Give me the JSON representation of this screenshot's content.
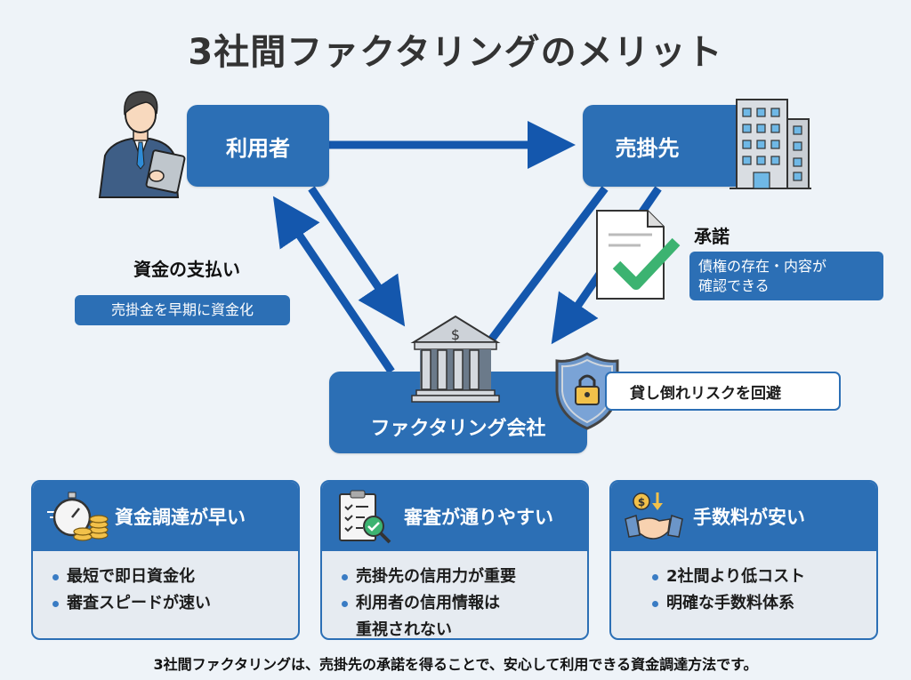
{
  "title": "3社間ファクタリングのメリット",
  "nodes": {
    "user": "利用者",
    "seller": "売掛先",
    "factor": "ファクタリング会社"
  },
  "payment": {
    "title": "資金の支払い",
    "tag": "売掛金を早期に資金化"
  },
  "consent": {
    "title": "承諾",
    "tag_line1": "債権の存在・内容が",
    "tag_line2": "確認できる"
  },
  "risk": "貸し倒れリスクを回避",
  "cards": [
    {
      "title": "資金調達が早い",
      "icon": "stopwatch-coins-icon",
      "items": [
        "最短で即日資金化",
        "審査スピードが速い"
      ]
    },
    {
      "title": "審査が通りやすい",
      "icon": "clipboard-check-icon",
      "items": [
        "売掛先の信用力が重要",
        "利用者の信用情報は",
        "重視されない"
      ]
    },
    {
      "title": "手数料が安い",
      "icon": "handshake-dollar-icon",
      "items": [
        "2社間より低コスト",
        "明確な手数料体系"
      ]
    }
  ],
  "footer": "3社間ファクタリングは、売掛先の承諾を得ることで、安心して利用できる資金調達方法です。",
  "colors": {
    "primary": "#2c6fb5",
    "arrow": "#1457ad",
    "check": "#3cb371",
    "background": "#eef3f8"
  }
}
